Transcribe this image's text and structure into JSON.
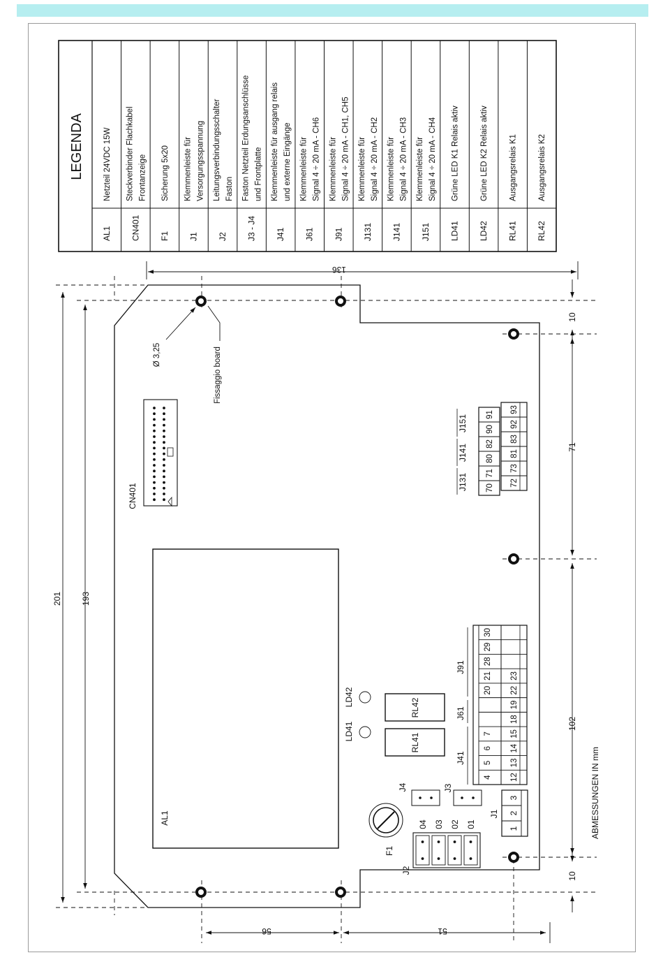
{
  "legend": {
    "title": "LEGENDA",
    "rows": [
      {
        "code": "AL1",
        "lines": [
          "Netzteil 24VDC 15W"
        ]
      },
      {
        "code": "CN401",
        "lines": [
          "Steckverbinder Flachkabel",
          "Frontanzeige"
        ]
      },
      {
        "code": "F1",
        "lines": [
          "Sicherung 5x20"
        ]
      },
      {
        "code": "J1",
        "lines": [
          "Klemmenleiste für",
          "Versorgungsspannung"
        ]
      },
      {
        "code": "J2",
        "lines": [
          "Leitungsverbindungsschalter",
          "Faston"
        ]
      },
      {
        "code": "J3 - J4",
        "lines": [
          "Faston Netzteil  Erdungsanschlüsse",
          "und Frontplatte"
        ]
      },
      {
        "code": "J41",
        "lines": [
          "Klemmenleiste für ausgang relais",
          "und externe Eingänge"
        ]
      },
      {
        "code": "J61",
        "lines": [
          "Klemmenleiste für",
          "Signal 4 ÷ 20 mA - CH6"
        ]
      },
      {
        "code": "J91",
        "lines": [
          "Klemmenleiste für",
          "Signal 4 ÷ 20 mA - CH1, CH5"
        ]
      },
      {
        "code": "J131",
        "lines": [
          "Klemmenleiste für",
          "Signal 4 ÷ 20 mA - CH2"
        ]
      },
      {
        "code": "J141",
        "lines": [
          "Klemmenleiste für",
          "Signal 4 ÷ 20 mA - CH3"
        ]
      },
      {
        "code": "J151",
        "lines": [
          "Klemmenleiste für",
          "Signal 4 ÷ 20 mA - CH4"
        ]
      },
      {
        "code": "LD41",
        "lines": [
          "Grüne LED K1 Relais aktiv"
        ]
      },
      {
        "code": "LD42",
        "lines": [
          "Grüne LED K2 Relais aktiv"
        ]
      },
      {
        "code": "RL41",
        "lines": [
          "Ausgangsrelais K1"
        ]
      },
      {
        "code": "RL42",
        "lines": [
          "Ausgangsrelais K2"
        ]
      }
    ]
  },
  "dimensions": {
    "d136": "136",
    "d201": "201",
    "d193": "193",
    "d10a": "10",
    "d10b": "10",
    "d71": "71",
    "d102": "102",
    "d56": "56",
    "d51": "51",
    "units": "ABMESSUNGEN IN mm"
  },
  "board": {
    "hole_label": "Ø 3,25",
    "mount_label": "Fissaggio board",
    "cn401": "CN401",
    "al1": "AL1",
    "ld41": "LD41",
    "ld42": "LD42",
    "rl41": "RL41",
    "rl42": "RL42",
    "f1": "F1",
    "j1": "J1",
    "j2": "J2",
    "j3": "J3",
    "j4": "J4",
    "j41": "J41",
    "j61": "J61",
    "j91": "J91",
    "j131": "J131",
    "j141": "J141",
    "j151": "J151",
    "j2_pins": [
      "04",
      "03",
      "02",
      "01"
    ],
    "j1_pins": [
      "1",
      "2",
      "3"
    ],
    "strip_left_top": [
      "4",
      "5",
      "6",
      "7",
      "",
      "",
      "20",
      "21",
      "28",
      "29",
      "30"
    ],
    "strip_left_bottom": [
      "12",
      "13",
      "14",
      "15",
      "18",
      "19",
      "22",
      "23",
      "",
      "",
      ""
    ],
    "strip_right_top": [
      "70",
      "71",
      "80",
      "82",
      "90",
      "91"
    ],
    "strip_right_bottom": [
      "72",
      "73",
      "81",
      "83",
      "92",
      "93"
    ]
  }
}
